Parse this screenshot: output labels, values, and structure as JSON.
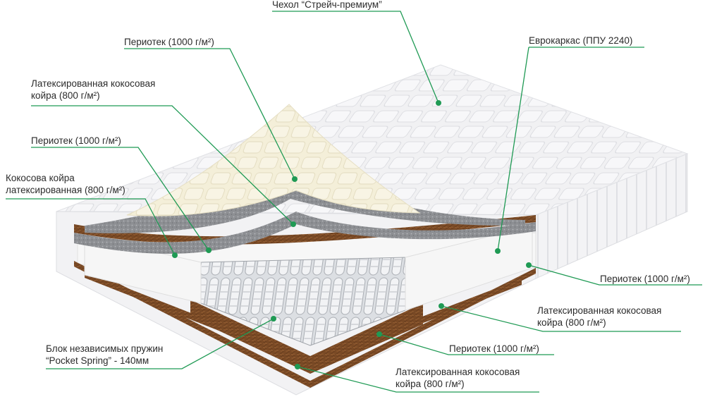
{
  "colors": {
    "leader_line": "#1f9a54",
    "dot": "#1f9a54",
    "text": "#2b2b2b",
    "quilt": "#f1f1f3",
    "latex_top": "#f4efd9",
    "felt": "#8d8f93",
    "coir": "#7a4a25",
    "foam_frame": "#f7f7f7",
    "springs": "#cfd2d6"
  },
  "labels": {
    "cover": "Чехол “Стрейч-премиум”",
    "euroframe": "Еврокаркас (ППУ 2240)",
    "felt1": "Периотек (1000 г/м²)",
    "coir1": [
      "Латексированная кокосовая",
      "койра (800 г/м²)"
    ],
    "felt2": "Периотек (1000 г/м²)",
    "coir2": [
      "Кокосова койра",
      "латексированная (800 г/м²)"
    ],
    "felt3": "Периотек (1000 г/м²)",
    "coir3": [
      "Латексированная кокосовая",
      "койра (800 г/м²)"
    ],
    "felt4": "Периотек (1000 г/м²)",
    "springs": [
      "Блок независимых пружин",
      "“Pocket Spring” - 140мм"
    ],
    "coir4": [
      "Латексированная кокосовая",
      "койра (800 г/м²)"
    ]
  }
}
